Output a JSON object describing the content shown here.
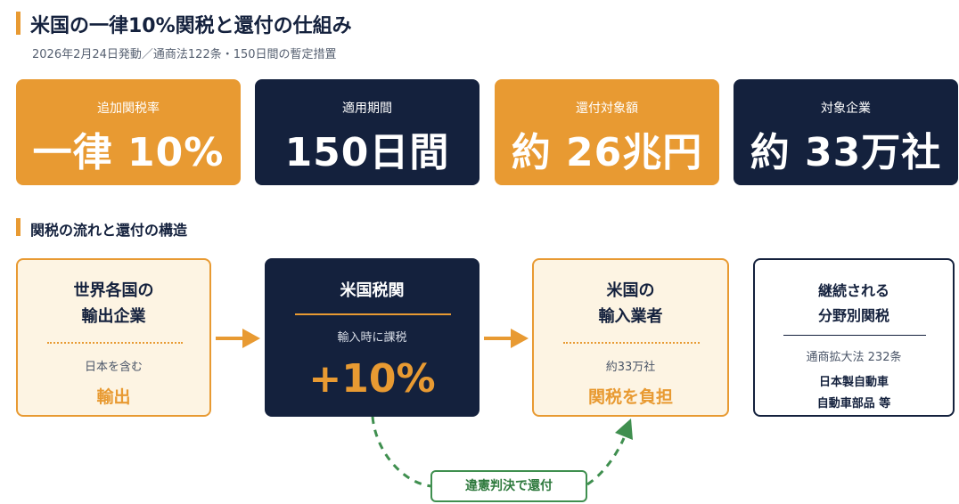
{
  "colors": {
    "accent": "#e89a32",
    "navy": "#14213d",
    "cream": "#fdf4e3",
    "green": "#3f8f4f"
  },
  "header": {
    "title": "米国の一律10%関税と還付の仕組み",
    "subtitle": "2026年2月24日発動／通商法122条・150日間の暫定措置"
  },
  "kpis": [
    {
      "label": "追加関税率",
      "value": "一律 10%"
    },
    {
      "label": "適用期間",
      "value": "150日間"
    },
    {
      "label": "還付対象額",
      "value": "約 26兆円"
    },
    {
      "label": "対象企業",
      "value": "約 33万社"
    }
  ],
  "section": {
    "title": "関税の流れと還付の構造"
  },
  "flow": {
    "exporters": {
      "title_1": "世界各国の",
      "title_2": "輸出企業",
      "note": "日本を含む",
      "strong": "輸出"
    },
    "customs": {
      "title": "米国税関",
      "note": "輸入時に課税",
      "strong": "+10%"
    },
    "importers": {
      "title_1": "米国の",
      "title_2": "輸入業者",
      "note": "約33万社",
      "strong": "関税を負担"
    },
    "sectoral": {
      "title_1": "継続される",
      "title_2": "分野別関税",
      "note": "通商拡大法 232条",
      "item_1": "日本製自動車",
      "item_2": "自動車部品 等"
    }
  },
  "refund": {
    "label": "違憲判決で還付"
  },
  "icons": {
    "flow_arrow": "arrow-right-icon",
    "refund_curve": "curved-arrow-icon"
  }
}
